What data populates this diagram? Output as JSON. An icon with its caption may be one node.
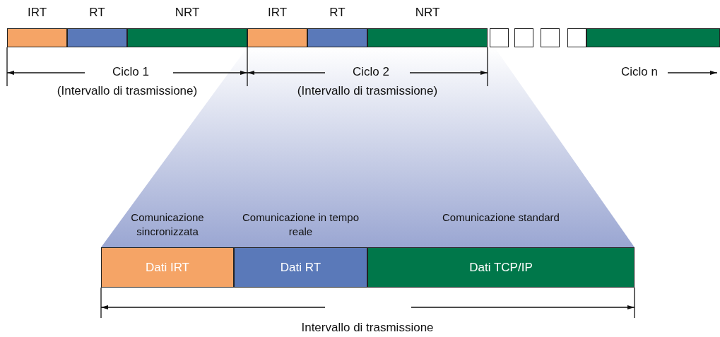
{
  "diagram": {
    "nodes": [
      {
        "text": [
          "IRT"
        ]
      },
      {
        "text": [
          "RT"
        ]
      },
      {
        "text": [
          "NRT"
        ]
      },
      {
        "text": [
          "IRT"
        ]
      },
      {
        "text": [
          "RT"
        ]
      },
      {
        "text": [
          "NRT"
        ]
      },
      {
        "text": [],
        "shape": "box"
      },
      {
        "text": [],
        "shape": "box"
      },
      {
        "text": [],
        "shape": "box"
      },
      {
        "text": [],
        "shape": "box"
      },
      {
        "text": [],
        "shape": "bar"
      },
      {
        "text": [
          "Comunicazione sincronizzata",
          "Dati IRT"
        ]
      },
      {
        "text": [
          "Comunicazione in tempo reale",
          "Dati RT"
        ]
      },
      {
        "text": [
          "Comunicazione standard",
          "Dati TCP/IP"
        ]
      }
    ],
    "edges": [],
    "labels": [
      "Ciclo 1",
      "Ciclo 2",
      "Ciclo n",
      "(Intervallo di trasmissione)",
      "(Intervallo di trasmissione)",
      "Intervallo di trasmissione"
    ]
  }
}
